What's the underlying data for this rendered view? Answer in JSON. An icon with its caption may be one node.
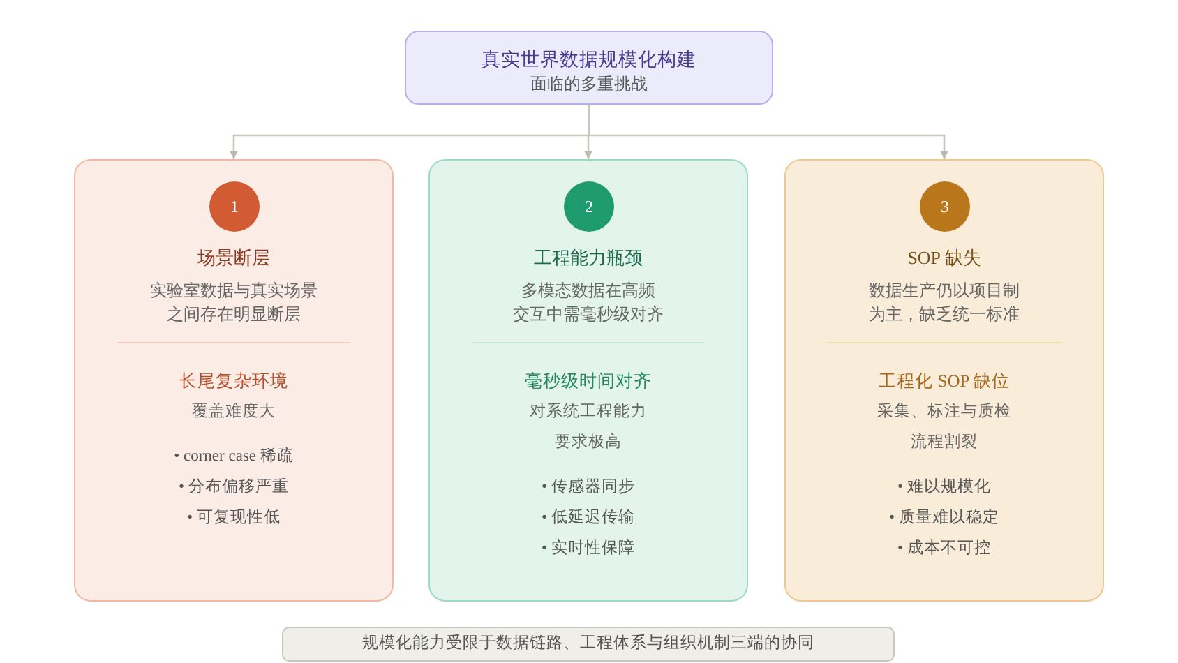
{
  "diagram": {
    "nodes": [
      {
        "text": [
          "真实世界数据规模化构建",
          "面临的多重挑战"
        ]
      },
      {
        "text": [
          "场景断层",
          "实验室数据与真实场景之间存在明显断层",
          "长尾复杂环境",
          "覆盖难度大",
          "• corner case 稀疏",
          "• 分布偏移严重",
          "• 可复现性低"
        ]
      },
      {
        "text": [
          "1"
        ],
        "in": 1
      },
      {
        "text": [
          "工程能力瓶颈",
          "多模态数据在高频交互中需毫秒级对齐",
          "毫秒级时间对齐",
          "对系统工程能力要求极高",
          "• 传感器同步",
          "• 低延迟传输",
          "• 实时性保障"
        ]
      },
      {
        "text": [
          "2"
        ],
        "in": 3
      },
      {
        "text": [
          "SOP 缺失",
          "数据生产仍以项目制为主，缺乏统一标准",
          "工程化 SOP 缺位",
          "采集、标注与质检流程割裂",
          "• 难以规模化",
          "• 质量难以稳定",
          "• 成本不可控"
        ]
      },
      {
        "text": [
          "3"
        ],
        "in": 5
      },
      {
        "text": [
          "规模化能力受限于数据链路、工程体系与组织机制三端的协同"
        ]
      }
    ],
    "edges": [
      {
        "from": 0,
        "to": 1,
        "arrow": "to"
      },
      {
        "from": 0,
        "to": 3,
        "arrow": "to"
      },
      {
        "from": 0,
        "to": 5,
        "arrow": "to"
      }
    ]
  }
}
